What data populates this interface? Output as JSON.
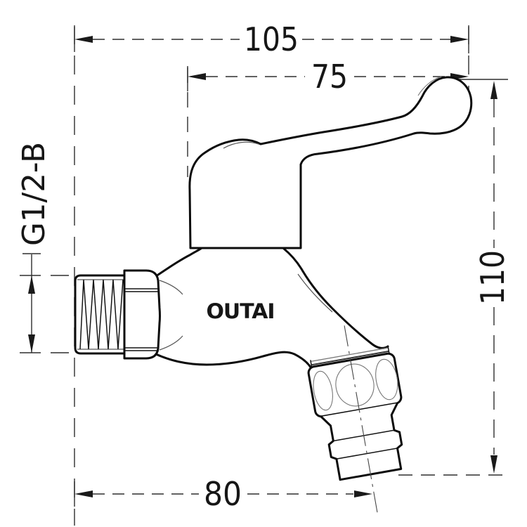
{
  "drawing": {
    "type": "technical-dimension-drawing",
    "subject": "wall-mounted bibcock faucet with lever handle and hose connector",
    "brand_logo": "OUTAI",
    "dimensions": {
      "overall_width": "105",
      "handle_length": "75",
      "overall_height": "110",
      "outlet_offset": "80",
      "inlet_thread_spec": "G1/2-B"
    },
    "colors": {
      "background": "#ffffff",
      "outline": "#0c0c0c",
      "dimension_lines": "#2e2e2e",
      "text": "#161616"
    }
  }
}
